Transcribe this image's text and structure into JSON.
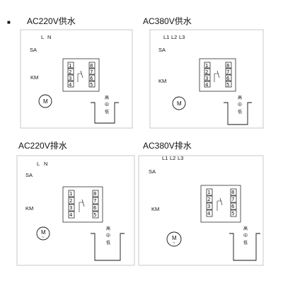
{
  "header": {
    "bullet": "■"
  },
  "diagrams": [
    {
      "title": "AC220V供水",
      "phases": [
        "L",
        "N"
      ],
      "switch_label": "SA",
      "contactor_label": "KM",
      "motor_label": "M",
      "motor_sub": "",
      "left_terminals": [
        "1",
        "2",
        "3",
        "4"
      ],
      "right_terminals": [
        "8",
        "7",
        "6",
        "5"
      ],
      "level_labels": [
        "高",
        "中",
        "低"
      ]
    },
    {
      "title": "AC380V供水",
      "phases": [
        "L1",
        "L2",
        "L3"
      ],
      "switch_label": "SA",
      "contactor_label": "KM",
      "motor_label": "M",
      "motor_sub": "",
      "left_terminals": [
        "1",
        "2",
        "3",
        "4"
      ],
      "right_terminals": [
        "8",
        "7",
        "6",
        "5"
      ],
      "level_labels": [
        "高",
        "中",
        "低"
      ]
    },
    {
      "title": "AC220V排水",
      "phases": [
        "L",
        "N"
      ],
      "switch_label": "SA",
      "contactor_label": "KM",
      "motor_label": "M",
      "motor_sub": "~",
      "left_terminals": [
        "1",
        "2",
        "3",
        "4"
      ],
      "right_terminals": [
        "8",
        "7",
        "6",
        "5"
      ],
      "level_labels": [
        "高",
        "中",
        "低"
      ]
    },
    {
      "title": "AC380V排水",
      "phases": [
        "L1",
        "L2",
        "L3"
      ],
      "switch_label": "SA",
      "contactor_label": "KM",
      "motor_label": "M",
      "motor_sub": "~",
      "left_terminals": [
        "1",
        "2",
        "3",
        "4"
      ],
      "right_terminals": [
        "8",
        "7",
        "6",
        "5"
      ],
      "level_labels": [
        "高",
        "中",
        "低"
      ]
    }
  ]
}
